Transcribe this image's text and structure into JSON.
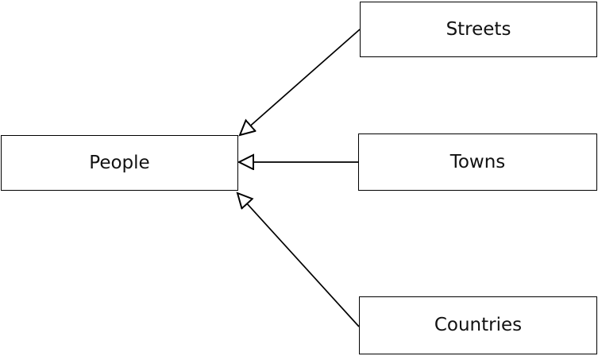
{
  "diagram": {
    "background_color": "#ffffff",
    "colors": {
      "line": "#000000",
      "node_border": "#000000",
      "node_fill": "#ffffff",
      "text": "#111111",
      "arrowhead_fill": "#ffffff"
    },
    "nodes": [
      {
        "id": "people",
        "label": "People"
      },
      {
        "id": "streets",
        "label": "Streets"
      },
      {
        "id": "towns",
        "label": "Towns"
      },
      {
        "id": "countries",
        "label": "Countries"
      }
    ],
    "edges": [
      {
        "from": "streets",
        "to": "people",
        "arrowhead": "hollow-triangle"
      },
      {
        "from": "towns",
        "to": "people",
        "arrowhead": "hollow-triangle"
      },
      {
        "from": "countries",
        "to": "people",
        "arrowhead": "hollow-triangle"
      }
    ]
  }
}
